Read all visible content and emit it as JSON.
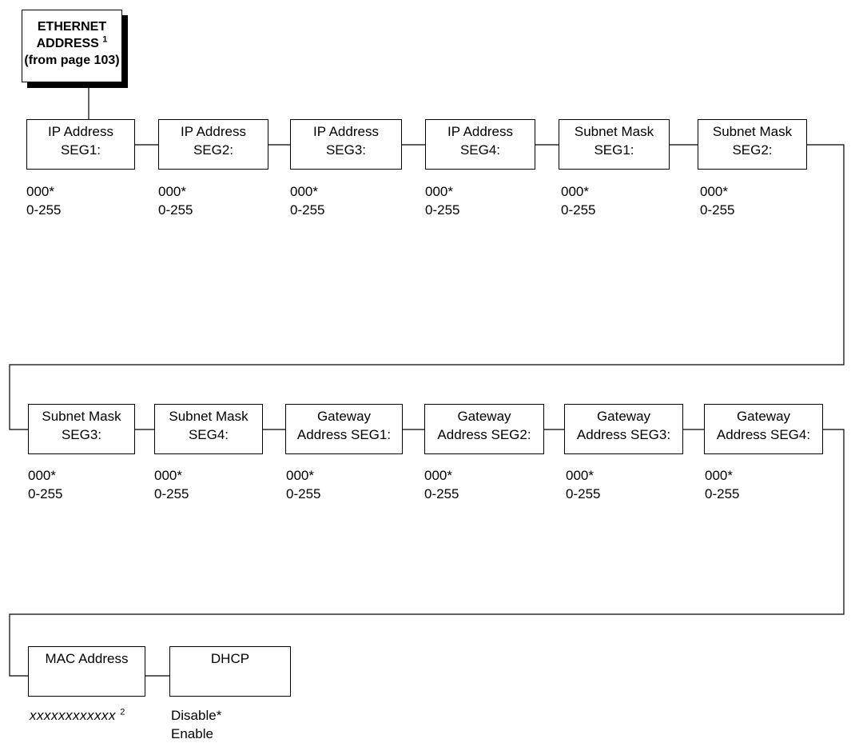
{
  "header": {
    "line1": "ETHERNET",
    "line2": "ADDRESS",
    "line2_sup": "1",
    "line3": "(from page 103)"
  },
  "row1": [
    {
      "l1": "IP Address",
      "l2": "SEG1:",
      "default": "000*",
      "range": "0-255"
    },
    {
      "l1": "IP Address",
      "l2": "SEG2:",
      "default": "000*",
      "range": "0-255"
    },
    {
      "l1": "IP Address",
      "l2": "SEG3:",
      "default": "000*",
      "range": "0-255"
    },
    {
      "l1": "IP Address",
      "l2": "SEG4:",
      "default": "000*",
      "range": "0-255"
    },
    {
      "l1": "Subnet Mask",
      "l2": "SEG1:",
      "default": "000*",
      "range": "0-255"
    },
    {
      "l1": "Subnet Mask",
      "l2": "SEG2:",
      "default": "000*",
      "range": "0-255"
    }
  ],
  "row2": [
    {
      "l1": "Subnet Mask",
      "l2": "SEG3:",
      "default": "000*",
      "range": "0-255"
    },
    {
      "l1": "Subnet Mask",
      "l2": "SEG4:",
      "default": "000*",
      "range": "0-255"
    },
    {
      "l1": "Gateway",
      "l2": "Address SEG1:",
      "default": "000*",
      "range": "0-255"
    },
    {
      "l1": "Gateway",
      "l2": "Address SEG2:",
      "default": "000*",
      "range": "0-255"
    },
    {
      "l1": "Gateway",
      "l2": "Address SEG3:",
      "default": "000*",
      "range": "0-255"
    },
    {
      "l1": "Gateway",
      "l2": "Address SEG4:",
      "default": "000*",
      "range": "0-255"
    }
  ],
  "row3": {
    "mac": {
      "label": "MAC Address",
      "value": "xxxxxxxxxxxx",
      "value_sup": "2"
    },
    "dhcp": {
      "label": "DHCP",
      "option1": "Disable*",
      "option2": "Enable"
    }
  }
}
